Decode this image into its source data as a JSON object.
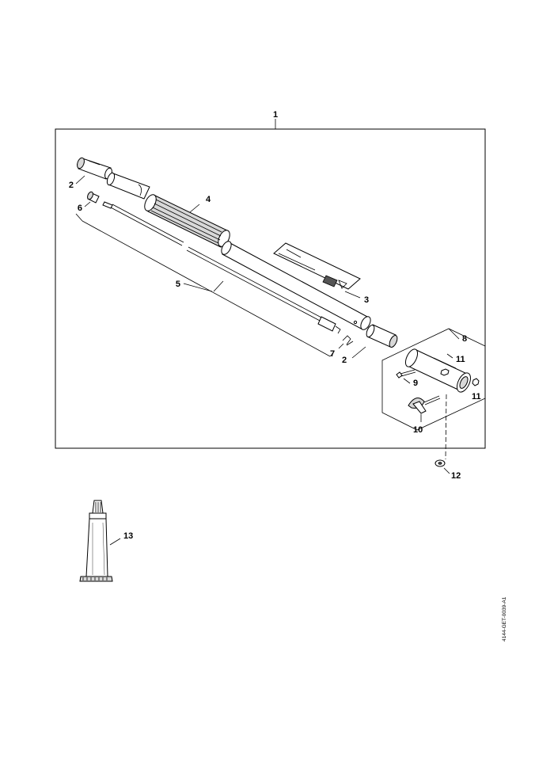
{
  "callouts": {
    "c1": "1",
    "c2a": "2",
    "c2b": "2",
    "c3": "3",
    "c4": "4",
    "c5": "5",
    "c6": "6",
    "c7": "7",
    "c8": "8",
    "c9": "9",
    "c10": "10",
    "c11a": "11",
    "c11b": "11",
    "c12": "12",
    "c13": "13"
  },
  "drawing_ref": "4144-GET-0039-A1",
  "colors": {
    "line": "#000000",
    "shading": "#d8d8d8",
    "background": "#ffffff"
  }
}
